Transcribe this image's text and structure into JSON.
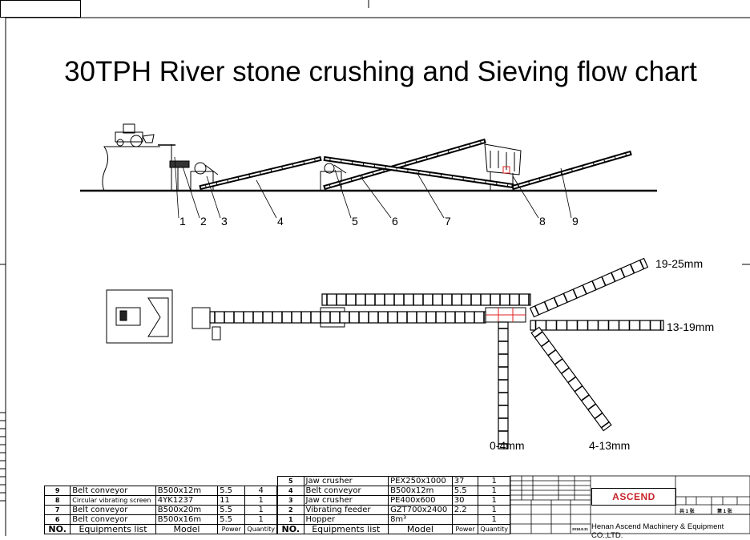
{
  "title": "30TPH River stone crushing and Sieving flow chart",
  "elevation_callouts": [
    "1",
    "2",
    "3",
    "4",
    "5",
    "6",
    "7",
    "8",
    "9"
  ],
  "plan_outputs": {
    "out_19_25": "19-25mm",
    "out_13_19": "13-19mm",
    "out_0_4": "0-4mm",
    "out_4_13": "4-13mm"
  },
  "equipment_table_left": {
    "rows": [
      {
        "no": "9",
        "name": "Belt conveyor",
        "model": "B500x12m",
        "power": "5.5",
        "qty": "4"
      },
      {
        "no": "8",
        "name": "Circular vibrating screen",
        "model": "4YK1237",
        "power": "11",
        "qty": "1"
      },
      {
        "no": "7",
        "name": "Belt conveyor",
        "model": "B500x20m",
        "power": "5.5",
        "qty": "1"
      },
      {
        "no": "6",
        "name": "Belt conveyor",
        "model": "B500x16m",
        "power": "5.5",
        "qty": "1"
      }
    ],
    "header": {
      "no": "NO.",
      "name": "Equipments list",
      "model": "Model",
      "power": "Power",
      "qty": "Quantity"
    }
  },
  "equipment_table_right": {
    "rows": [
      {
        "no": "5",
        "name": "Jaw crusher",
        "model": "PEX250x1000",
        "power": "37",
        "qty": "1"
      },
      {
        "no": "4",
        "name": "Belt conveyor",
        "model": "B500x12m",
        "power": "5.5",
        "qty": "1"
      },
      {
        "no": "3",
        "name": "Jaw crusher",
        "model": "PE400x600",
        "power": "30",
        "qty": "1"
      },
      {
        "no": "2",
        "name": "Vibrating feeder",
        "model": "GZT700x2400",
        "power": "2.2",
        "qty": "1"
      },
      {
        "no": "1",
        "name": "Hopper",
        "model": "8m³",
        "power": "",
        "qty": "1"
      }
    ],
    "header": {
      "no": "NO.",
      "name": "Equipments list",
      "model": "Model",
      "power": "Power",
      "qty": "Quantity"
    }
  },
  "title_block": {
    "logo": "ASCEND",
    "company": "Henan Ascend Machinery & Equipment CO.,LTD.",
    "sheets_total": "共 1 张",
    "sheet_no": "第 1 张",
    "date": "2018.8.31"
  },
  "colors": {
    "line": "#000000",
    "accent": "#c8242a",
    "screen_red": "#e02020"
  }
}
